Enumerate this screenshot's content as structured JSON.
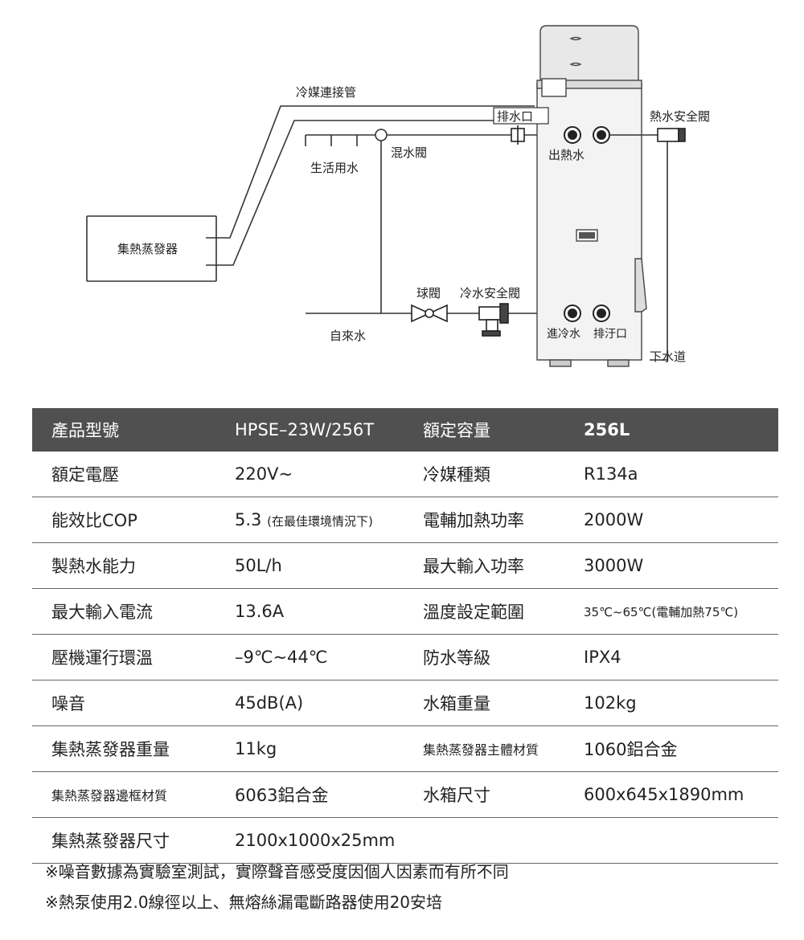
{
  "diagram": {
    "labels": {
      "refrigerant_pipe": "冷媒連接管",
      "drain_port": "排水口",
      "hot_water_safety_valve": "熱水安全閥",
      "mixing_valve": "混水閥",
      "domestic_water": "生活用水",
      "hot_water_outlet": "出熱水",
      "evaporator": "集熱蒸發器",
      "ball_valve": "球閥",
      "cold_water_safety_valve": "冷水安全閥",
      "tap_water": "自來水",
      "cold_water_inlet": "進冷水",
      "sewage_outlet": "排汙口",
      "sewer": "下水道"
    }
  },
  "spec_table": {
    "header": {
      "k1": "產品型號",
      "v1": "HPSE–23W/256T",
      "k2": "額定容量",
      "v2": "256L"
    },
    "rows": [
      {
        "k1": "額定電壓",
        "v1": "220V~",
        "k2": "冷媒種類",
        "v2": "R134a"
      },
      {
        "k1": "能效比COP",
        "v1": "5.3",
        "v1_note": "(在最佳環境情況下)",
        "k2": "電輔加熱功率",
        "v2": "2000W"
      },
      {
        "k1": "製熱水能力",
        "v1": "50L/h",
        "k2": "最大輸入功率",
        "v2": "3000W"
      },
      {
        "k1": "最大輸入電流",
        "v1": "13.6A",
        "k2": "溫度設定範圍",
        "v2": "35℃~65℃(電輔加熱75℃)"
      },
      {
        "k1": "壓機運行環溫",
        "v1": "–9℃~44℃",
        "k2": "防水等級",
        "v2": "IPX4"
      },
      {
        "k1": "噪音",
        "v1": "45dB(A)",
        "k2": "水箱重量",
        "v2": "102kg"
      },
      {
        "k1": "集熱蒸發器重量",
        "v1": "11kg",
        "k2": "集熱蒸發器主體材質",
        "v2": "1060鋁合金"
      },
      {
        "k1": "集熱蒸發器邊框材質",
        "v1": "6063鋁合金",
        "k2": "水箱尺寸",
        "v2": "600x645x1890mm"
      },
      {
        "k1": "集熱蒸發器尺寸",
        "v1": "2100x1000x25mm",
        "k2": "",
        "v2": ""
      }
    ]
  },
  "notes": [
    "※噪音數據為實驗室測試，實際聲音感受度因個人因素而有所不同",
    "※熱泵使用2.0線徑以上、無熔絲漏電斷路器使用20安培"
  ],
  "colors": {
    "header_bg": "#505050",
    "line": "#333333",
    "tank_body": "#f2f2f2",
    "tank_top": "#e9e9e9"
  }
}
